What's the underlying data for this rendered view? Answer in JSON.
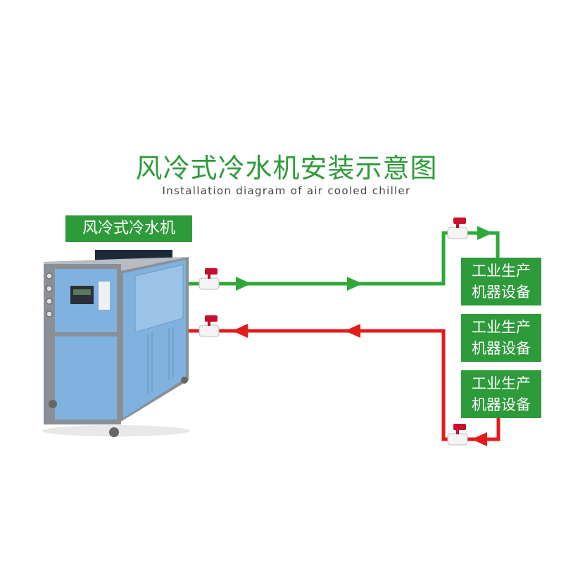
{
  "title": "风冷式冷水机安装示意图",
  "subtitle": "Installation diagram of air cooled chiller",
  "chiller_label": "风冷式冷水机",
  "equipment": [
    {
      "line1": "工业生产",
      "line2": "机器设备"
    },
    {
      "line1": "工业生产",
      "line2": "机器设备"
    },
    {
      "line1": "工业生产",
      "line2": "机器设备"
    }
  ],
  "colors": {
    "supply_pipe": "#2fa83a",
    "return_pipe": "#e31b1b",
    "label_bg": "#2e9b3a",
    "chiller_body": "#7fb2de"
  },
  "icons": [
    "chiller-unit-icon",
    "ball-valve-icon",
    "flow-arrow-icon"
  ]
}
